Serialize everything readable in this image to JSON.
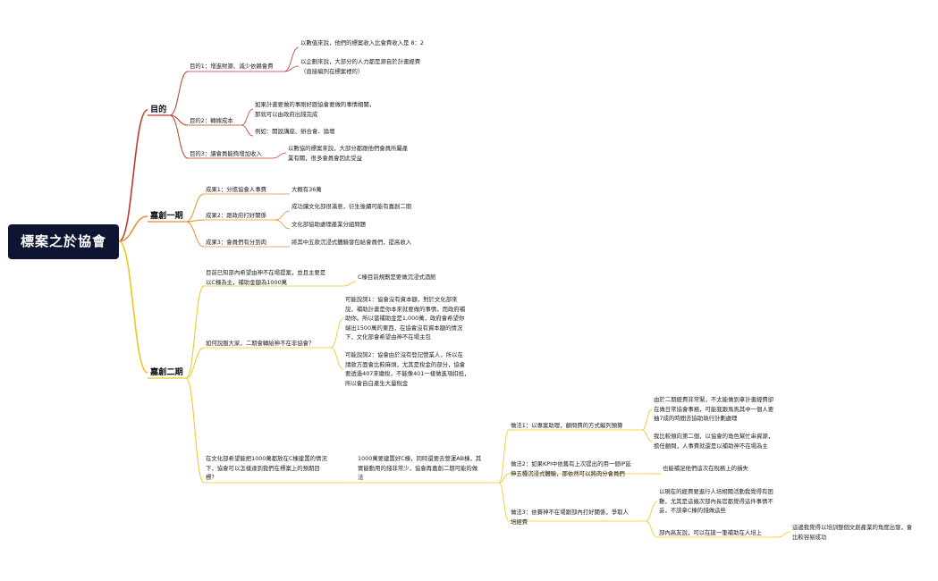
{
  "root": "標案之於協會",
  "colors": {
    "root_bg": "#0d1533",
    "branch_1": "#c0392b",
    "branch_2": "#e8902e",
    "branch_3": "#f0c419"
  },
  "branches": [
    {
      "label": "目的",
      "children": [
        {
          "label": "目的1：增進財源、減少依賴會費",
          "children": [
            {
              "label": "以數值來說，他們的標案收入比會費收入是 8：2"
            },
            {
              "label": "以企劃來說，大部分的人力都是源自於計畫經費\n（直接編列在標案裡的）"
            }
          ]
        },
        {
          "label": "目的2：轉嫁成本",
          "children": [
            {
              "label": "如果計畫要做的事剛好跟協會要做的事情相關，\n那就可以由政府出錢完成"
            },
            {
              "label": "例如：開設講座、辦合會、論壇"
            }
          ]
        },
        {
          "label": "目的3：讓會員能夠增加收入",
          "children": [
            {
              "label": "以數協的標案來說，大部分都跟他們會員所屬產\n業有關，很多會員會因此受益"
            }
          ]
        }
      ]
    },
    {
      "label": "嘉創一期",
      "children": [
        {
          "label": "成果1：分擔協會人事費",
          "children": [
            {
              "label": "大概有36萬"
            }
          ]
        },
        {
          "label": "成果2：跟政府打好關係",
          "children": [
            {
              "label": "成功讓文化部很滿意，衍生後續可能有嘉創二期"
            },
            {
              "label": "文化部協助處理產業分組問題"
            }
          ]
        },
        {
          "label": "成果3：會員們有分到肉",
          "children": [
            {
              "label": "將其中五款沉浸式體驗發包給會員們，提高收入"
            }
          ]
        }
      ]
    },
    {
      "label": "嘉創二期",
      "children": [
        {
          "label": "目前已知部內希望由神不在場提案，並且主要是\n以C棟為主，補助金額為1000萬",
          "children": [
            {
              "label": "C棟目前規劃是要做沉浸式酒館"
            }
          ]
        },
        {
          "label": "如何說服大家，二期會轉給神不在非協會？",
          "children": [
            {
              "label": "可能說詞1：協會沒有資本額，對於文化部來\n說，補助計畫是你本來就要做的事情，而政府補\n助你。所以當補助金是1,000萬，政府會希望你\n端出1500萬的東西，在協會沒有資本額的情況\n下，文化部會希望由神不在場主包"
            },
            {
              "label": "可能說詞2：協會由於沒有登記營業人，所以在\n請款方面會比較麻煩，尤其是稅金的部分，協會\n要透過407來繳稅，不能像401一樣做進項扣抵，\n所以會自白產生大量稅金"
            }
          ]
        },
        {
          "label": "在文化部希望能把1000萬都放在C棟建置的情況\n下，協會可以怎樣達到我們在標案上的預期目\n標？",
          "children": [
            {
              "label": "1000萬要建置好C棟，同時還要去營運AB棟，其\n實能動用的錢非常少，協會再嘉創二期可能的做\n法",
              "children": [
                {
                  "label": "做法1：以專案助理，顧問費的方式編列預算",
                  "children": [
                    {
                      "label": "由於二期經費非常緊，不太能做到拿計畫經費卻\n在做日常協會事務，可能我跟馬馬其中一個人要\n抽7成的時間去協助執行計劃處理"
                    },
                    {
                      "label": "我比較傾向第二個，以協會的角色幫忙串資源，\n擔任顧問，人事費就還是以補助神不在場為主"
                    }
                  ]
                },
                {
                  "label": "做法2：如果KPI中依舊有上次提出的用一個IP延\n伸五種沉浸式體驗，那依然可以將肉分會員們",
                  "children": [
                    {
                      "label": "也能補足他們這次在稅務上的損失"
                    }
                  ]
                },
                {
                  "label": "做法3：依賽神不在場跟部內打好關係，爭取人\n培經費",
                  "children": [
                    {
                      "label": "以現在的經費要進行人培相關活動我覺得有困\n難，尤其是這幾次部內長官都覺得這件事情不\n妥，不該拿C棟的錢做這些"
                    },
                    {
                      "label": "部內高友說，可以在搶一筆補助在人培上",
                      "children": [
                        {
                          "label": "這邊我覺得以培訓整個文創產業的角度出發，會\n比較容易成功"
                        }
                      ]
                    }
                  ]
                }
              ]
            }
          ]
        }
      ]
    }
  ]
}
